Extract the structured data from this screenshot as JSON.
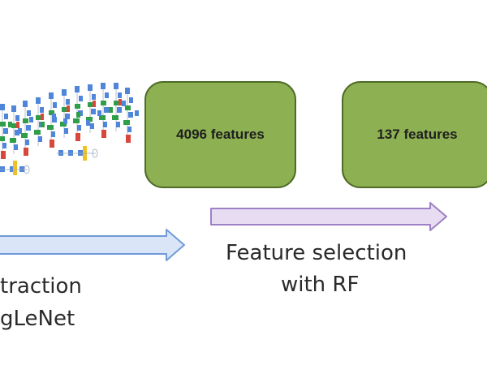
{
  "boxes": [
    {
      "label": "4096 features"
    },
    {
      "label": "137 features"
    }
  ],
  "arrows": [
    {
      "name": "extraction-arrow",
      "color": "#dae6f7",
      "stroke": "#6f9ad8"
    },
    {
      "name": "selection-arrow",
      "color": "#e8dcf2",
      "stroke": "#9e80c4"
    }
  ],
  "captions": {
    "extraction_line1": "traction",
    "extraction_line2": "gLeNet",
    "selection_line1": "Feature selection",
    "selection_line2": "with RF"
  },
  "colors": {
    "box_fill": "#8db052",
    "box_stroke": "#4f6b27",
    "net_blue": "#4f86d9",
    "net_green": "#2e9e48",
    "net_red": "#d9463a",
    "net_yellow": "#f0c02a"
  },
  "icons": [
    "googlenet-architecture-icon"
  ]
}
